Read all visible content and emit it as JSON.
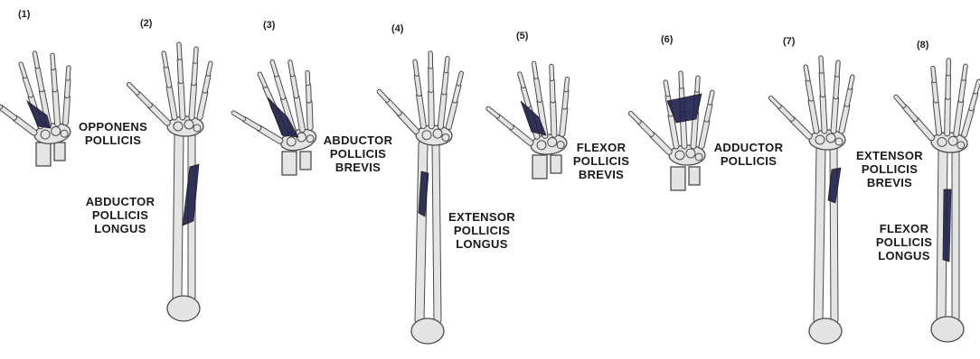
{
  "panels": [
    {
      "number": "(1)",
      "label_lines": [
        "OPPONENS",
        "POLLICIS"
      ]
    },
    {
      "number": "(2)",
      "label_lines": [
        "ABDUCTOR",
        "POLLICIS",
        "LONGUS"
      ]
    },
    {
      "number": "(3)",
      "label_lines": [
        "ABDUCTOR",
        "POLLICIS",
        "BREVIS"
      ]
    },
    {
      "number": "(4)",
      "label_lines": [
        "EXTENSOR",
        "POLLICIS",
        "LONGUS"
      ]
    },
    {
      "number": "(5)",
      "label_lines": [
        "FLEXOR",
        "POLLICIS",
        "BREVIS"
      ]
    },
    {
      "number": "(6)",
      "label_lines": [
        "ADDUCTOR",
        "POLLICIS"
      ]
    },
    {
      "number": "(7)",
      "label_lines": [
        "EXTENSOR",
        "POLLICIS",
        "BREVIS"
      ]
    },
    {
      "number": "(8)",
      "label_lines": [
        "FLEXOR",
        "POLLICIS",
        "LONGUS"
      ]
    }
  ],
  "colors": {
    "bone_fill": "#e4e4e4",
    "bone_stroke": "#4a4a4a",
    "muscle_fill": "#1f1f4a",
    "text": "#1a1a1a"
  }
}
